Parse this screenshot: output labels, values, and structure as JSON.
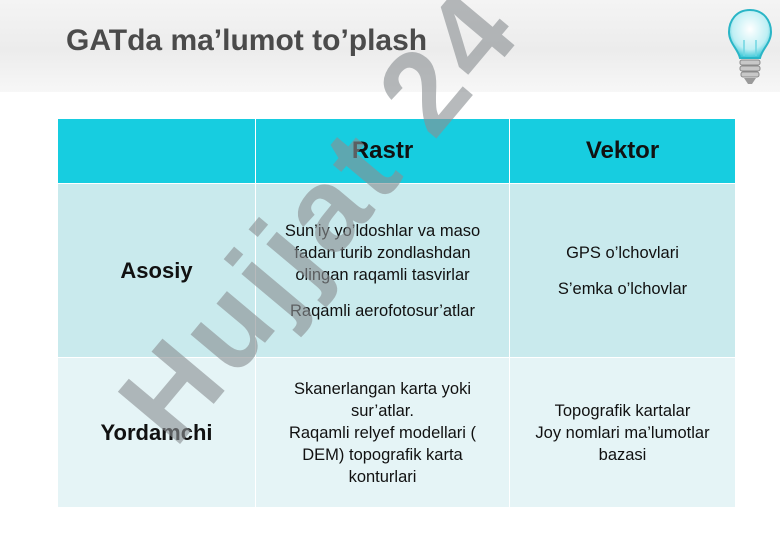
{
  "title": "GATda ma’lumot to’plash",
  "watermark": "Hujjat 24",
  "table": {
    "headers": [
      "",
      "Rastr",
      "Vektor"
    ],
    "rows": [
      {
        "label": "Asosiy",
        "rastr": [
          "Sun’iy yo’ldoshlar va maso",
          "fadan turib zondlashdan",
          "olingan raqamli tasvirlar",
          "",
          "Raqamli aerofotosur’atlar"
        ],
        "vektor": [
          "GPS o’lchovlari",
          "",
          "S’emka o’lchovlar"
        ]
      },
      {
        "label": "Yordamchi",
        "rastr": [
          "Skanerlangan karta yoki",
          "sur’atlar.",
          "Raqamli relyef modellari (",
          "DEM) topografik karta",
          "konturlari"
        ],
        "vektor": [
          "Topografik kartalar",
          "Joy nomlari ma’lumotlar",
          "bazasi"
        ]
      }
    ]
  },
  "colors": {
    "header": "#17cde0",
    "row1": "#c9eaed",
    "row2": "#e5f4f6",
    "title_text": "#4b4b4b"
  }
}
